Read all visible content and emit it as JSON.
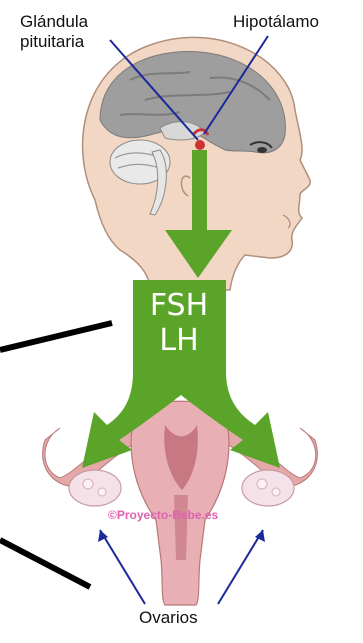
{
  "labels": {
    "pituitary_line1": "Glándula",
    "pituitary_line2": "pituitaria",
    "hypothalamus": "Hipotálamo",
    "ovaries": "Ovarios"
  },
  "hormones": {
    "fsh": "FSH",
    "lh": "LH"
  },
  "watermark": "©Proyecto-Bebe.es",
  "colors": {
    "arrow_green": "#5aa42a",
    "pointer_blue": "#1a2a9a",
    "skin": "#f2d8c4",
    "brain": "#9e9e9e",
    "uterus_pink": "#e2a0a8"
  }
}
